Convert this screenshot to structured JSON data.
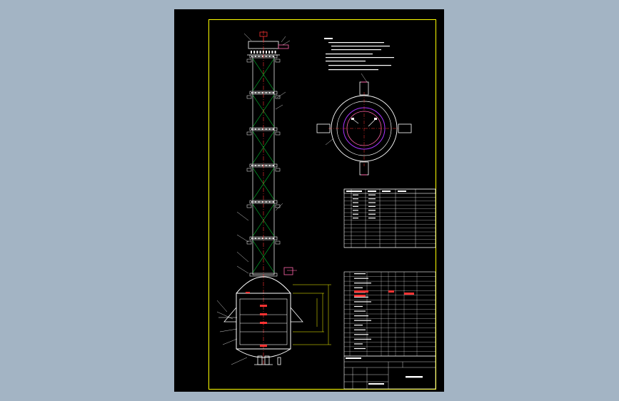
{
  "colors": {
    "background": "#a3b4c4",
    "sheet": "#000000",
    "frame": "#ffff00",
    "outline": "#ffffff",
    "section": "#00cc33",
    "centerline": "#ff3333",
    "nozzle": "#ff66aa",
    "ring": "#aa33ff",
    "dimension": "#ffff00"
  },
  "view": {
    "column": {
      "sections": 6
    },
    "plan_view": {
      "nozzles": 4
    },
    "parts_table": {
      "rows": 14,
      "cols": 5
    },
    "bom_table": {
      "rows": 18,
      "cols": 8
    }
  }
}
